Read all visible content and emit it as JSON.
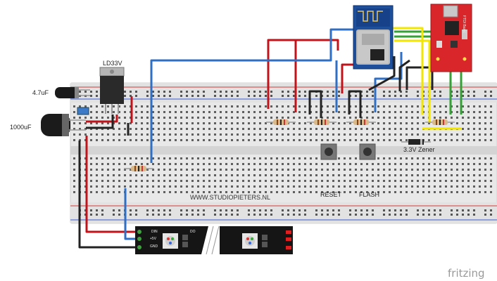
{
  "labels": {
    "regulator": "LD33V",
    "cap_small": "4.7uF",
    "cap_large": "1000uF",
    "website": "WWW.STUDIOPIETERS.NL",
    "reset": "RESET",
    "flash": "FLASH",
    "zener": "3.3V Zener",
    "watermark": "fritzing",
    "ftdi": "FTDI Basic",
    "led_din": "DIN",
    "led_5v": "+5V",
    "led_gnd": "GND",
    "led_do": "DO"
  },
  "colors": {
    "wire_red": "#c0141c",
    "wire_black": "#222222",
    "wire_blue": "#2f6fc4",
    "wire_green": "#35a035",
    "wire_yellow": "#f2e600",
    "ftdi_board": "#d8262a",
    "esp_board": "#1d4f9a",
    "breadboard": "#e6e6e6"
  }
}
